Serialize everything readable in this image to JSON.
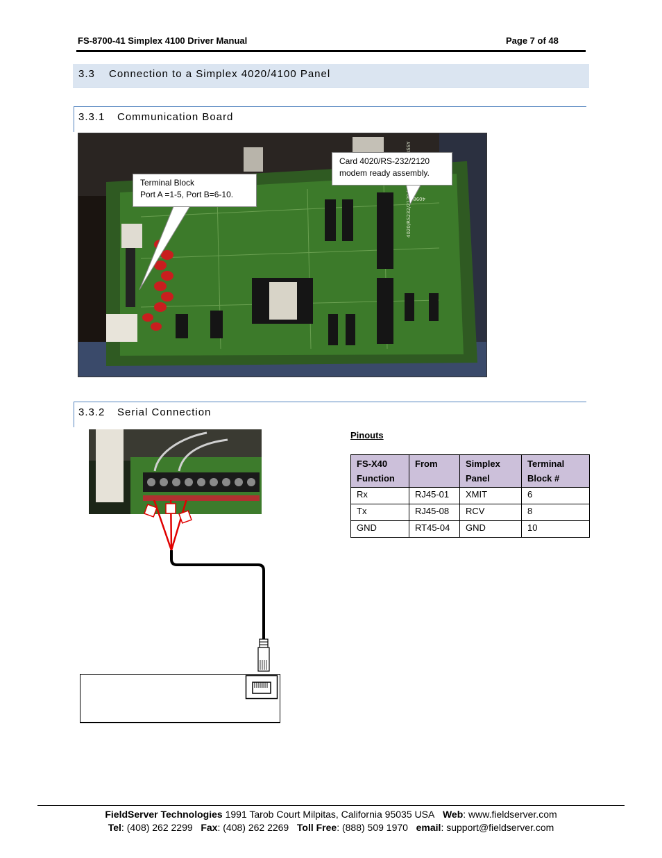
{
  "header": {
    "title": "FS-8700-41 Simplex 4100 Driver Manual",
    "page": "Page 7 of 48"
  },
  "section_3_3": {
    "number": "3.3",
    "title": "Connection to a Simplex 4020/4100 Panel"
  },
  "section_3_3_1": {
    "number": "3.3.1",
    "title": "Communication Board",
    "callout_terminal": {
      "line1": "Terminal Block",
      "line2": "Port A =1-5, Port B=6-10."
    },
    "callout_card": {
      "line1": "Card 4020/RS-232/2120",
      "line2": "modem ready assembly."
    },
    "board_silkscreen": "4020/RS232/2120 MODEM READY ASSY",
    "board_chip": "4098"
  },
  "section_3_3_2": {
    "number": "3.3.2",
    "title": "Serial Connection"
  },
  "pinouts": {
    "label": "Pinouts",
    "headers": [
      [
        "FS-X40",
        "Function"
      ],
      [
        "From",
        ""
      ],
      [
        "Simplex",
        "Panel"
      ],
      [
        "Terminal",
        "Block #"
      ]
    ],
    "rows": [
      [
        "Rx",
        "RJ45-01",
        "XMIT",
        "6"
      ],
      [
        "Tx",
        "RJ45-08",
        "RCV",
        "8"
      ],
      [
        "GND",
        "RT45-04",
        "GND",
        "10"
      ]
    ]
  },
  "footer": {
    "company": "FieldServer Technologies",
    "address": "1991 Tarob Court Milpitas, California 95035 USA",
    "web_label": "Web",
    "web": "www.fieldserver.com",
    "tel_label": "Tel",
    "tel": "(408) 262 2299",
    "fax_label": "Fax",
    "fax": "(408) 262 2269",
    "tollfree_label": "Toll Free",
    "tollfree": "(888) 509 1970",
    "email_label": "email",
    "email": "support@fieldserver.com"
  }
}
